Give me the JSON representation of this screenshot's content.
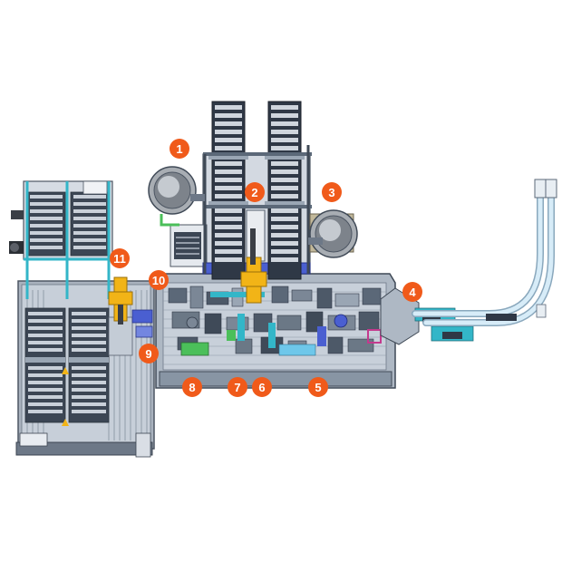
{
  "colors": {
    "callout": "#f05a1a",
    "steel_light": "#c7cfd9",
    "steel": "#9aa6b4",
    "steel_dark": "#5b6878",
    "frame_dark": "#2f3846",
    "blue_accent": "#4a5fd1",
    "teal": "#33b6c8",
    "yellow_robot": "#f2b417",
    "bowl": "#a8adb3",
    "hose": "#b9dcf2",
    "green": "#4bbf5a",
    "magenta": "#c43a8e"
  },
  "components": [
    {
      "id": "tray-stack-left-conveyor",
      "icon": "tray-stack"
    },
    {
      "id": "tray-stack-top-left",
      "icon": "tray-stack"
    },
    {
      "id": "tray-stack-top-right",
      "icon": "tray-stack"
    },
    {
      "id": "vibratory-bowl-left",
      "icon": "bowl-feeder"
    },
    {
      "id": "vibratory-bowl-right",
      "icon": "bowl-feeder"
    },
    {
      "id": "robot-center",
      "icon": "robot-arm"
    },
    {
      "id": "robot-left",
      "icon": "robot-arm"
    },
    {
      "id": "cable-hoses",
      "icon": "hoses"
    }
  ],
  "callouts": [
    {
      "num": "1"
    },
    {
      "num": "2"
    },
    {
      "num": "3"
    },
    {
      "num": "4"
    },
    {
      "num": "5"
    },
    {
      "num": "6"
    },
    {
      "num": "7"
    },
    {
      "num": "8"
    },
    {
      "num": "9"
    },
    {
      "num": "10"
    },
    {
      "num": "11"
    }
  ]
}
